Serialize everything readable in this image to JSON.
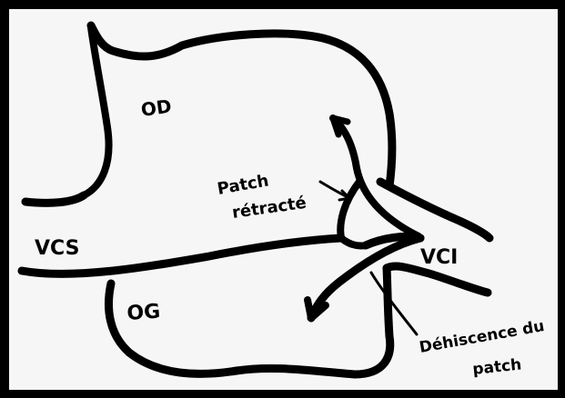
{
  "diagram": {
    "labels": {
      "od": "OD",
      "og": "OG",
      "vcs": "VCS",
      "vci": "VCI",
      "patch_line1": "Patch",
      "patch_line2": "rétracté",
      "dehiscence_line1": "Déhiscence du",
      "dehiscence_line2": "patch"
    },
    "colors": {
      "ink": "#000000",
      "paper": "#f6f6f6",
      "border": "#000000"
    }
  }
}
